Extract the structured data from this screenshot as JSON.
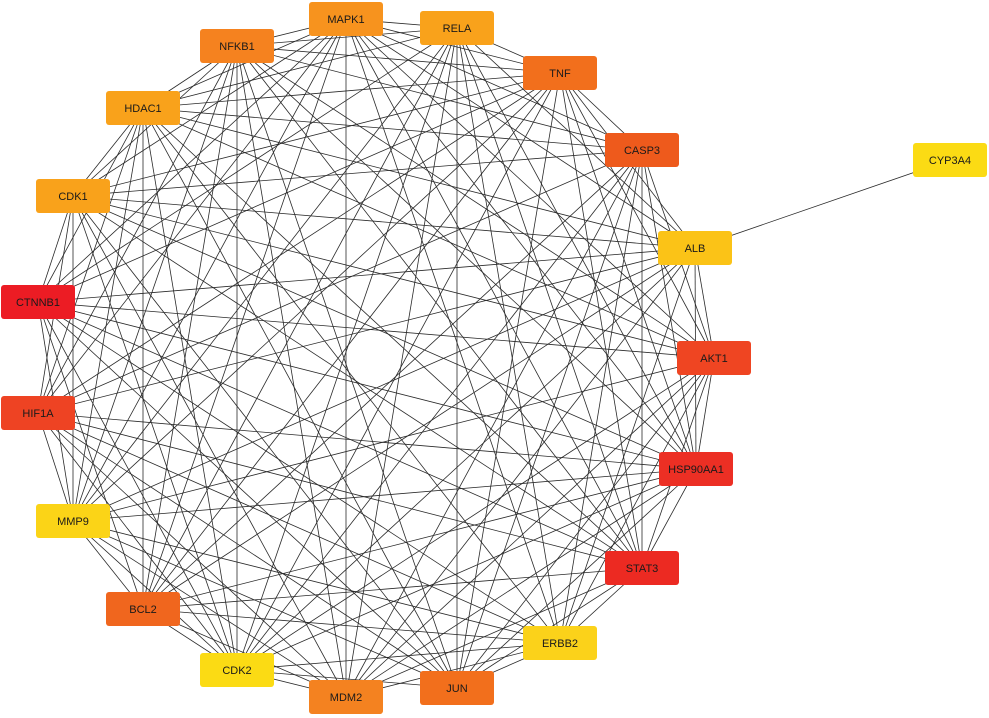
{
  "network": {
    "nodes": [
      {
        "id": "MAPK1",
        "label": "MAPK1",
        "color": "#F7931E"
      },
      {
        "id": "RELA",
        "label": "RELA",
        "color": "#F9A21B"
      },
      {
        "id": "NFKB1",
        "label": "NFKB1",
        "color": "#F5821F"
      },
      {
        "id": "TNF",
        "label": "TNF",
        "color": "#F26F1C"
      },
      {
        "id": "HDAC1",
        "label": "HDAC1",
        "color": "#F9A21B"
      },
      {
        "id": "CASP3",
        "label": "CASP3",
        "color": "#EE5A1C"
      },
      {
        "id": "CYP3A4",
        "label": "CYP3A4",
        "color": "#FBDB14"
      },
      {
        "id": "CDK1",
        "label": "CDK1",
        "color": "#F9A21B"
      },
      {
        "id": "ALB",
        "label": "ALB",
        "color": "#FBC317"
      },
      {
        "id": "CTNNB1",
        "label": "CTNNB1",
        "color": "#EC1C24"
      },
      {
        "id": "AKT1",
        "label": "AKT1",
        "color": "#EF4522"
      },
      {
        "id": "HIF1A",
        "label": "HIF1A",
        "color": "#EE4323"
      },
      {
        "id": "HSP90AA1",
        "label": "HSP90AA1",
        "color": "#EC2F24"
      },
      {
        "id": "MMP9",
        "label": "MMP9",
        "color": "#FBD417"
      },
      {
        "id": "STAT3",
        "label": "STAT3",
        "color": "#EC2A22"
      },
      {
        "id": "BCL2",
        "label": "BCL2",
        "color": "#F0661E"
      },
      {
        "id": "ERBB2",
        "label": "ERBB2",
        "color": "#FBD21A"
      },
      {
        "id": "CDK2",
        "label": "CDK2",
        "color": "#FBDB14"
      },
      {
        "id": "MDM2",
        "label": "MDM2",
        "color": "#F48220"
      },
      {
        "id": "JUN",
        "label": "JUN",
        "color": "#F26F1C"
      }
    ],
    "edges": [
      [
        "ALB",
        "CYP3A4"
      ]
    ],
    "dense_group": [
      "MAPK1",
      "RELA",
      "TNF",
      "CASP3",
      "ALB",
      "AKT1",
      "HSP90AA1",
      "STAT3",
      "ERBB2",
      "JUN",
      "MDM2",
      "CDK2",
      "BCL2",
      "MMP9",
      "HIF1A",
      "CTNNB1",
      "CDK1",
      "HDAC1",
      "NFKB1"
    ]
  }
}
